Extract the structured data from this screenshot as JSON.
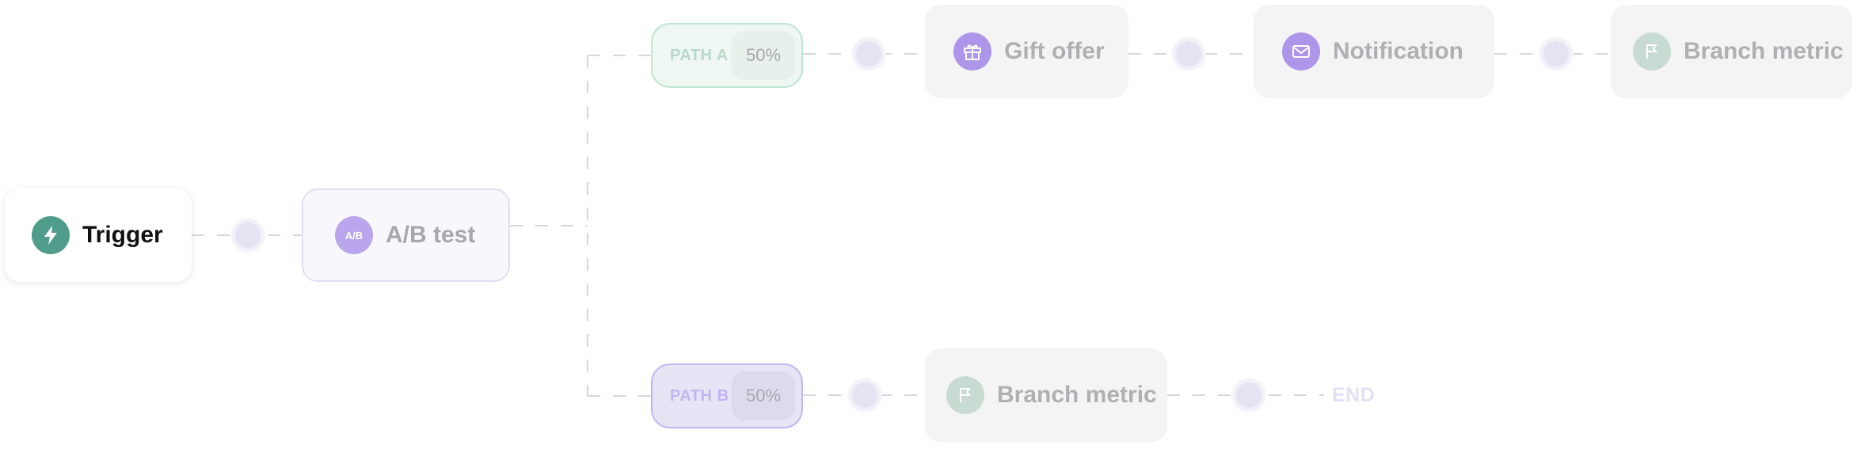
{
  "colors": {
    "trigger_icon": "#4f9d8a",
    "abtest_icon": "#b9a6ec",
    "gift_icon": "#ad95ea",
    "notification_icon": "#ad95ea",
    "metric_icon": "#c7dbd2",
    "connector_line": "#d7d7da"
  },
  "nodes": {
    "trigger": {
      "label": "Trigger",
      "icon": "lightning-icon"
    },
    "abtest": {
      "label": "A/B test",
      "icon": "ab-split-icon",
      "icon_text": "A/B"
    },
    "gift_offer": {
      "label": "Gift offer",
      "icon": "gift-icon"
    },
    "notification": {
      "label": "Notification",
      "icon": "envelope-icon"
    },
    "branch_metric_a": {
      "label": "Branch metric",
      "icon": "flag-icon"
    },
    "branch_metric_b": {
      "label": "Branch metric",
      "icon": "flag-icon"
    }
  },
  "paths": {
    "a": {
      "label": "PATH A",
      "percent": "50%"
    },
    "b": {
      "label": "PATH B",
      "percent": "50%"
    }
  },
  "end_label": "END"
}
